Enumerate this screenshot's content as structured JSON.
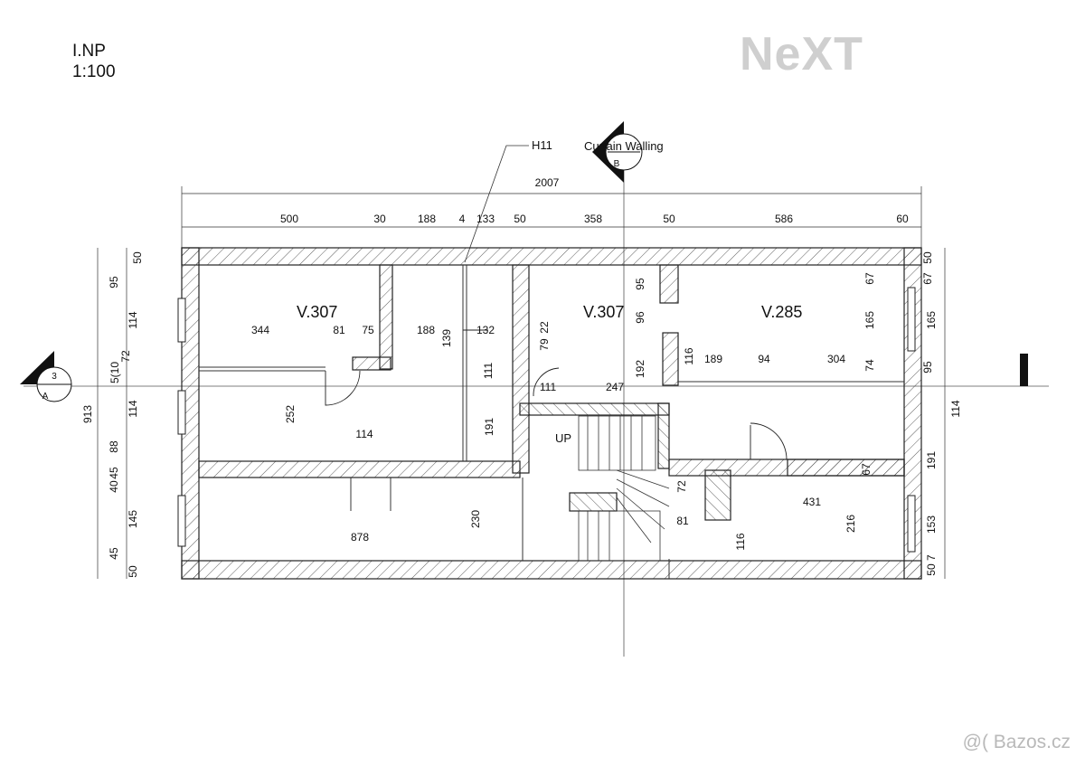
{
  "header": {
    "floor": "I.NP",
    "scale": "1:100"
  },
  "brand": {
    "logo_text": "NeXT",
    "footer_text": "@( Bazos.cz"
  },
  "labels": {
    "h11": "H11",
    "curtain": "Curtain Walling",
    "section_b": "B",
    "section_3": "3",
    "section_a": "A",
    "up": "UP"
  },
  "rooms": {
    "r1": "V.307",
    "r2": "V.307",
    "r3": "V.285"
  },
  "dims": {
    "overall": "2007",
    "top": [
      "500",
      "30",
      "188",
      "4",
      "133",
      "50",
      "358",
      "50",
      "586",
      "60"
    ],
    "left_total": "913",
    "left": [
      "50",
      "95",
      "114",
      "72",
      "5(10",
      "114",
      "88",
      "45",
      "40",
      "145",
      "45",
      "50"
    ],
    "right": [
      "50",
      "67",
      "165",
      "95",
      "114",
      "191",
      "153",
      "50 7"
    ],
    "inner": {
      "d344": "344",
      "d81a": "81",
      "d75": "75",
      "d188": "188",
      "d139": "139",
      "d132": "132",
      "d22": "22",
      "d79": "79",
      "d111a": "111",
      "d111b": "111",
      "d247": "247",
      "d252": "252",
      "d114": "114",
      "d191": "191",
      "d95": "95",
      "d96": "96",
      "d192": "192",
      "d116a": "116",
      "d189": "189",
      "d94": "94",
      "d304": "304",
      "d74": "74",
      "d67a": "67",
      "d165": "165",
      "d230": "230",
      "d878": "878",
      "d72": "72",
      "d81b": "81",
      "d431": "431",
      "d216": "216",
      "d116b": "116",
      "d67b": "67"
    }
  }
}
